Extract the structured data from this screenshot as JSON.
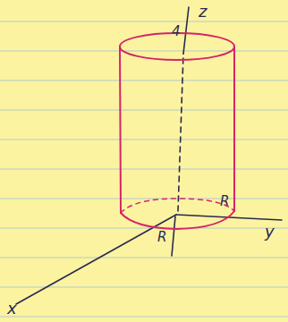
{
  "diagram": {
    "labels": [
      "z",
      "4",
      "R",
      "R",
      "y",
      "x"
    ]
  }
}
